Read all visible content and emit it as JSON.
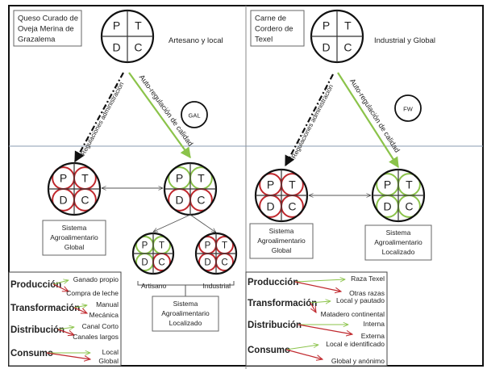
{
  "colors": {
    "green": "#8bc34a",
    "red": "#c0282d",
    "black": "#111111",
    "divider": "#8a9bb0"
  },
  "panels": [
    {
      "id": "left",
      "product_label": [
        "Queso Curado de",
        "Oveja Merina de",
        "Grazalema"
      ],
      "top_circle": {
        "p": "P",
        "t": "T",
        "d": "D",
        "c": "C"
      },
      "style_label": "Artesano y local",
      "org_label": "GAL",
      "admin_arrow_label": "Regulaciones administración",
      "quality_arrow_label": "Auto-regulación de calidad",
      "global_system": {
        "quadrants": {
          "p": "P",
          "t": "T",
          "d": "D",
          "c": "C"
        },
        "quadrant_colors": {
          "p": "red",
          "t": "red",
          "d": "red",
          "c": "red"
        },
        "label": [
          "Sistema",
          "Agroalimentario",
          "Global"
        ]
      },
      "local_system": {
        "quadrants": {
          "p": "P",
          "t": "T",
          "d": "D",
          "c": "C"
        },
        "quadrant_colors": {
          "p": "green",
          "t": "green",
          "d": "red",
          "c": "red"
        }
      },
      "sub_systems": [
        {
          "name": "Artisano",
          "quadrants": {
            "p": "P",
            "t": "T",
            "d": "D",
            "c": "C"
          },
          "quadrant_colors": {
            "p": "green",
            "t": "green",
            "d": "green",
            "c": "red"
          }
        },
        {
          "name": "Industrial",
          "quadrants": {
            "p": "P",
            "t": "T",
            "d": "D",
            "c": "C"
          },
          "quadrant_colors": {
            "p": "red",
            "t": "red",
            "d": "red",
            "c": "red"
          }
        }
      ],
      "local_label": [
        "Sistema",
        "Agroalimentario",
        "Localizado"
      ],
      "legend": [
        {
          "stage": "Producción",
          "green": "Ganado propio",
          "red": "Compra de leche"
        },
        {
          "stage": "Transformación",
          "green": "Manual",
          "red": "Mecánica"
        },
        {
          "stage": "Distribución",
          "green": "Canal Corto",
          "red": "Canales largos"
        },
        {
          "stage": "Consumo",
          "green": "Local",
          "red": "Global"
        }
      ]
    },
    {
      "id": "right",
      "product_label": [
        "Carne de",
        "Cordero de",
        "Texel"
      ],
      "top_circle": {
        "p": "P",
        "t": "T",
        "d": "D",
        "c": "C"
      },
      "style_label": "Industrial y Global",
      "org_label": "FW",
      "admin_arrow_label": "Regulaciones administración",
      "quality_arrow_label": "Auto-regulación de calidad",
      "global_system": {
        "quadrants": {
          "p": "P",
          "t": "T",
          "d": "D",
          "c": "C"
        },
        "quadrant_colors": {
          "p": "red",
          "t": "red",
          "d": "red",
          "c": "red"
        },
        "label": [
          "Sistema",
          "Agroalimentario",
          "Global"
        ]
      },
      "local_system": {
        "quadrants": {
          "p": "P",
          "t": "T",
          "d": "D",
          "c": "C"
        },
        "quadrant_colors": {
          "p": "green",
          "t": "green",
          "d": "green",
          "c": "green"
        },
        "label": [
          "Sistema",
          "Agroalimentario",
          "Localizado"
        ]
      },
      "legend": [
        {
          "stage": "Producción",
          "green": "Raza Texel",
          "red": "Otras razas"
        },
        {
          "stage": "Transformación",
          "green": "Local y pautado",
          "red": "Matadero continental"
        },
        {
          "stage": "Distribución",
          "green": "Interna",
          "red": "Externa"
        },
        {
          "stage": "Consumo",
          "green": "Local e identificado",
          "red": "Global y anónimo"
        }
      ]
    }
  ]
}
